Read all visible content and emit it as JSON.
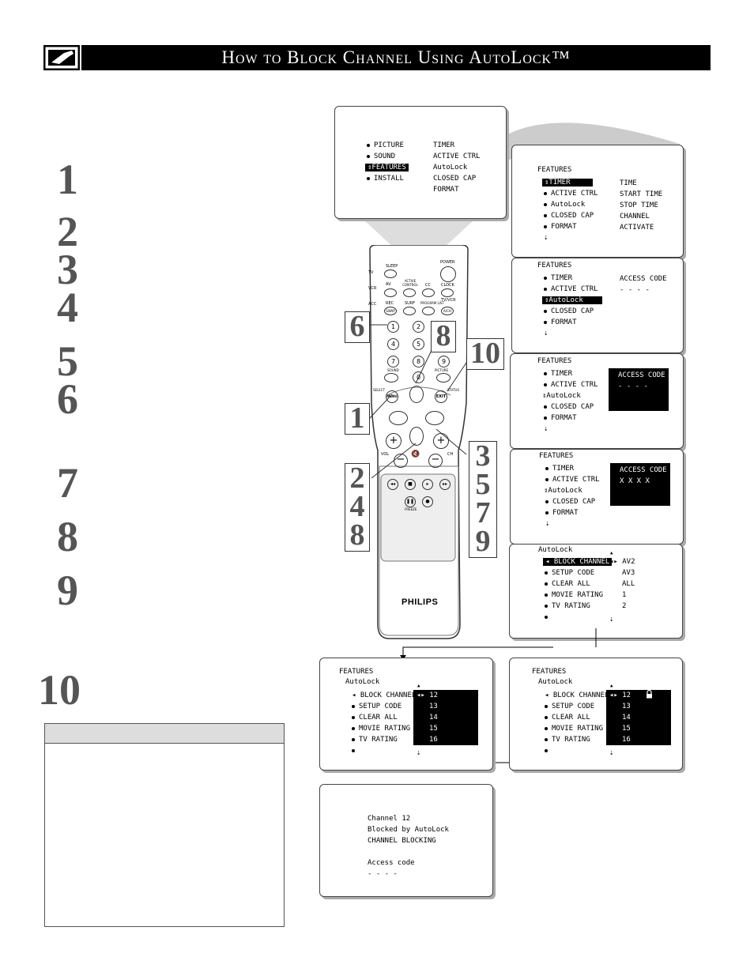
{
  "header": {
    "title": "How to Block Channel Using AutoLock™",
    "icon": "remote-hand-icon"
  },
  "steps": [
    "1",
    "2",
    "3",
    "4",
    "5",
    "6",
    "7",
    "8",
    "9",
    "10"
  ],
  "screen_main": {
    "left": [
      "PICTURE",
      "SOUND",
      "FEATURES",
      "INSTALL"
    ],
    "right": [
      "TIMER",
      "ACTIVE CTRL",
      "AutoLock",
      "CLOSED CAP",
      "FORMAT"
    ]
  },
  "screen_features1": {
    "title": "FEATURES",
    "items": [
      "TIMER",
      "ACTIVE CTRL",
      "AutoLock",
      "CLOSED CAP",
      "FORMAT"
    ],
    "right": [
      "TIME",
      "START TIME",
      "STOP TIME",
      "CHANNEL",
      "ACTIVATE"
    ]
  },
  "screen_features2": {
    "title": "FEATURES",
    "items": [
      "TIMER",
      "ACTIVE CTRL",
      "AutoLock",
      "CLOSED CAP",
      "FORMAT"
    ],
    "code_label": "ACCESS CODE",
    "code": "- - - -"
  },
  "screen_features3": {
    "title": "FEATURES",
    "items": [
      "TIMER",
      "ACTIVE CTRL",
      "AutoLock",
      "CLOSED CAP",
      "FORMAT"
    ],
    "code_label": "ACCESS CODE",
    "code": "- - - -"
  },
  "screen_features4": {
    "title": "FEATURES",
    "items": [
      "TIMER",
      "ACTIVE CTRL",
      "AutoLock",
      "CLOSED CAP",
      "FORMAT"
    ],
    "code_label": "ACCESS CODE",
    "code": "X X X X"
  },
  "screen_autolock": {
    "title": "AutoLock",
    "items": [
      "BLOCK CHANNEL",
      "SETUP CODE",
      "CLEAR ALL",
      "MOVIE RATING",
      "TV RATING"
    ],
    "values": [
      "AV2",
      "AV3",
      "ALL",
      "1",
      "2"
    ]
  },
  "screen_block1": {
    "title": "FEATURES",
    "subtitle": "AutoLock",
    "items": [
      "BLOCK CHANNEL",
      "SETUP CODE",
      "CLEAR ALL",
      "MOVIE RATING",
      "TV RATING"
    ],
    "channels": [
      "12",
      "13",
      "14",
      "15",
      "16"
    ]
  },
  "screen_block2": {
    "title": "FEATURES",
    "subtitle": "AutoLock",
    "items": [
      "BLOCK CHANNEL",
      "SETUP CODE",
      "CLEAR ALL",
      "MOVIE RATING",
      "TV RATING"
    ],
    "channels": [
      "12",
      "13",
      "14",
      "15",
      "16"
    ]
  },
  "screen_blocked": {
    "lines": [
      "Channel 12",
      "Blocked by AutoLock",
      "CHANNEL BLOCKING",
      "",
      "Access code",
      "- - - -"
    ]
  },
  "remote": {
    "brand": "PHILIPS",
    "labels": [
      "SLEEP",
      "POWER",
      "TV",
      "VCR",
      "ACC",
      "AV",
      "ACTIVE CONTROL",
      "CC",
      "CLOCK",
      "REC",
      "SURF",
      "PROGRAM LIST",
      "TV/VCR",
      "SOUND",
      "PICTURE",
      "SELECT",
      "STATUS",
      "VOL",
      "CH",
      "FREEZE"
    ],
    "buttons": {
      "menu": "MENU",
      "exit": "EXIT",
      "swap": "SWAP",
      "ahm": "A/CH"
    },
    "digits": [
      "1",
      "2",
      "3",
      "4",
      "5",
      "6",
      "7",
      "8",
      "9",
      "0"
    ]
  },
  "callouts": {
    "c6": "6",
    "c8": "8",
    "c10": "10",
    "c1": "1",
    "c2": "2",
    "c4": "4",
    "c8b": "8",
    "c3": "3",
    "c5": "5",
    "c7": "7",
    "c9": "9"
  }
}
